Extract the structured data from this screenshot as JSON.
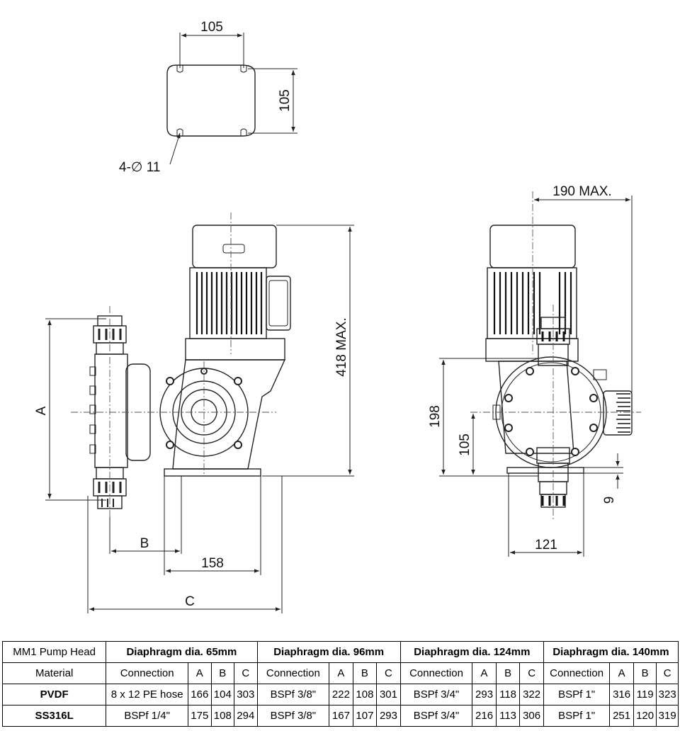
{
  "drawing": {
    "base_plate": {
      "width": "105",
      "height": "105",
      "holes": "4-∅ 11"
    },
    "front_view": {
      "height": "418 MAX.",
      "label_a": "A",
      "label_b": "B",
      "label_c": "C",
      "width_158": "158"
    },
    "side_view": {
      "depth": "190 MAX.",
      "height_198": "198",
      "height_105": "105",
      "width_121": "121",
      "offset_9": "9"
    }
  },
  "table": {
    "title": "MM1 Pump Head",
    "material_label": "Material",
    "groups": [
      {
        "label": "Diaphragm dia. 65mm"
      },
      {
        "label": "Diaphragm dia. 96mm"
      },
      {
        "label": "Diaphragm dia. 124mm"
      },
      {
        "label": "Diaphragm dia. 140mm"
      }
    ],
    "subheaders": [
      "Connection",
      "A",
      "B",
      "C"
    ],
    "rows": [
      {
        "material": "PVDF",
        "cells": [
          [
            "8 x 12 PE hose",
            "166",
            "104",
            "303"
          ],
          [
            "BSPf 3/8\"",
            "222",
            "108",
            "301"
          ],
          [
            "BSPf 3/4\"",
            "293",
            "118",
            "322"
          ],
          [
            "BSPf 1\"",
            "316",
            "119",
            "323"
          ]
        ]
      },
      {
        "material": "SS316L",
        "cells": [
          [
            "BSPf 1/4\"",
            "175",
            "108",
            "294"
          ],
          [
            "BSPf 3/8\"",
            "167",
            "107",
            "293"
          ],
          [
            "BSPf 3/4\"",
            "216",
            "113",
            "306"
          ],
          [
            "BSPf 1\"",
            "251",
            "120",
            "319"
          ]
        ]
      }
    ]
  }
}
